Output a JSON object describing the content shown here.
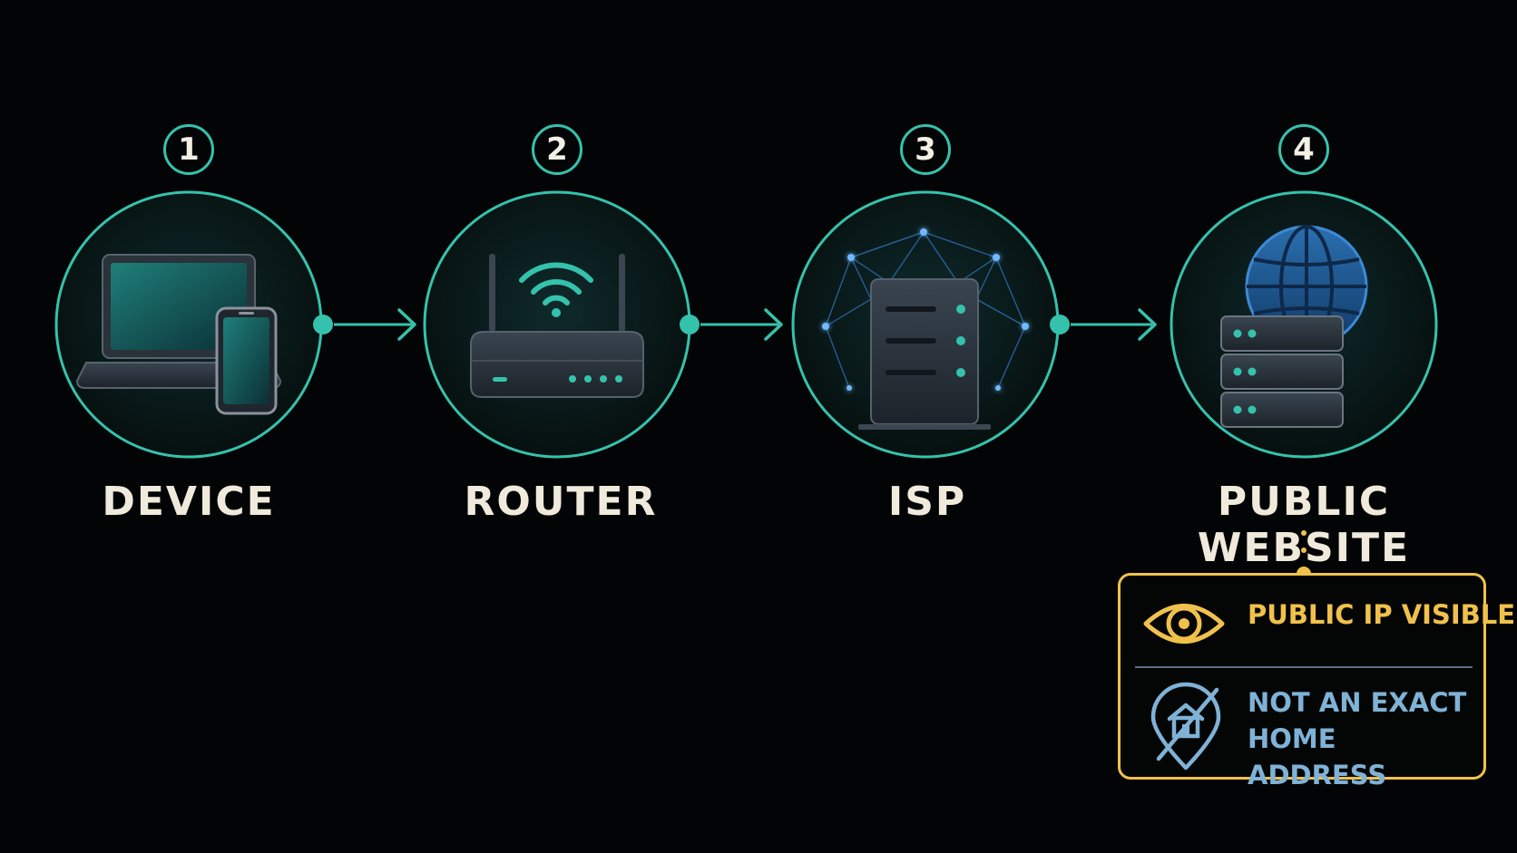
{
  "steps": [
    {
      "number": "1",
      "label": "DEVICE",
      "icon": "laptop-phone-icon"
    },
    {
      "number": "2",
      "label": "ROUTER",
      "icon": "wifi-router-icon"
    },
    {
      "number": "3",
      "label": "ISP",
      "icon": "isp-server-network-icon"
    },
    {
      "number": "4",
      "label": "PUBLIC WEBSITE",
      "icon": "globe-server-icon"
    }
  ],
  "info": {
    "visible_text": "PUBLIC IP VISIBLE",
    "not_address_line1": "NOT AN EXACT",
    "not_address_line2": "HOME ADDRESS",
    "visible_icon": "eye-icon",
    "not_address_icon": "crossed-location-pin-icon"
  },
  "colors": {
    "background": "#020405",
    "teal_accent": "#35c2ad",
    "gold_accent": "#f0c14b",
    "blue_text": "#7fb2d6",
    "label_text": "#efeadb"
  }
}
